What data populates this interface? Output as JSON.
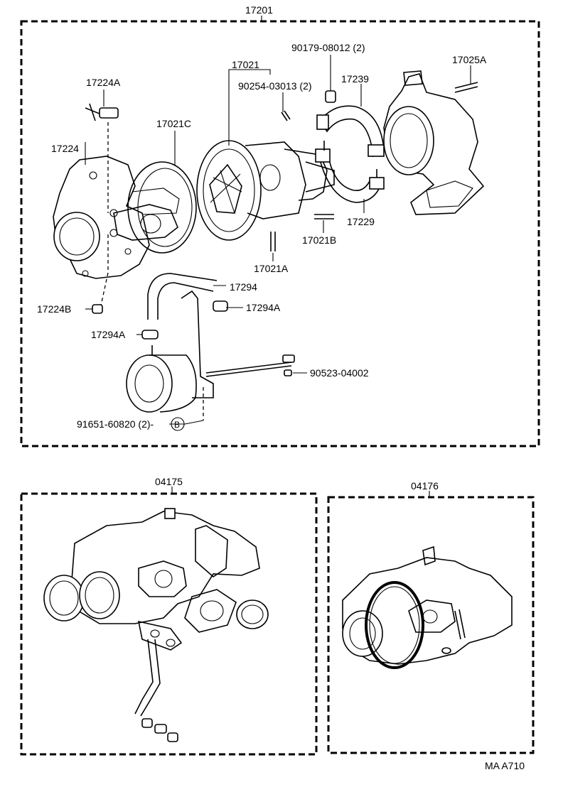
{
  "assembly": {
    "number": "17201",
    "labels": {
      "p17224A": "17224A",
      "p17224": "17224",
      "p17021C": "17021C",
      "p17021": "17021",
      "p90254": "90254-03013 (2)",
      "p90179": "90179-08012 (2)",
      "p17239": "17239",
      "p17025A": "17025A",
      "p17229": "17229",
      "p17021B": "17021B",
      "p17021A": "17021A",
      "p17294": "17294",
      "p17294A_right": "17294A",
      "p17224B": "17224B",
      "p17294A_left": "17294A",
      "p90523": "90523-04002",
      "p91651": "91651-60820 (2)-",
      "circle_b": "B"
    }
  },
  "subassembly_left": {
    "number": "04175"
  },
  "subassembly_right": {
    "number": "04176"
  },
  "figure_code": "MA A710"
}
